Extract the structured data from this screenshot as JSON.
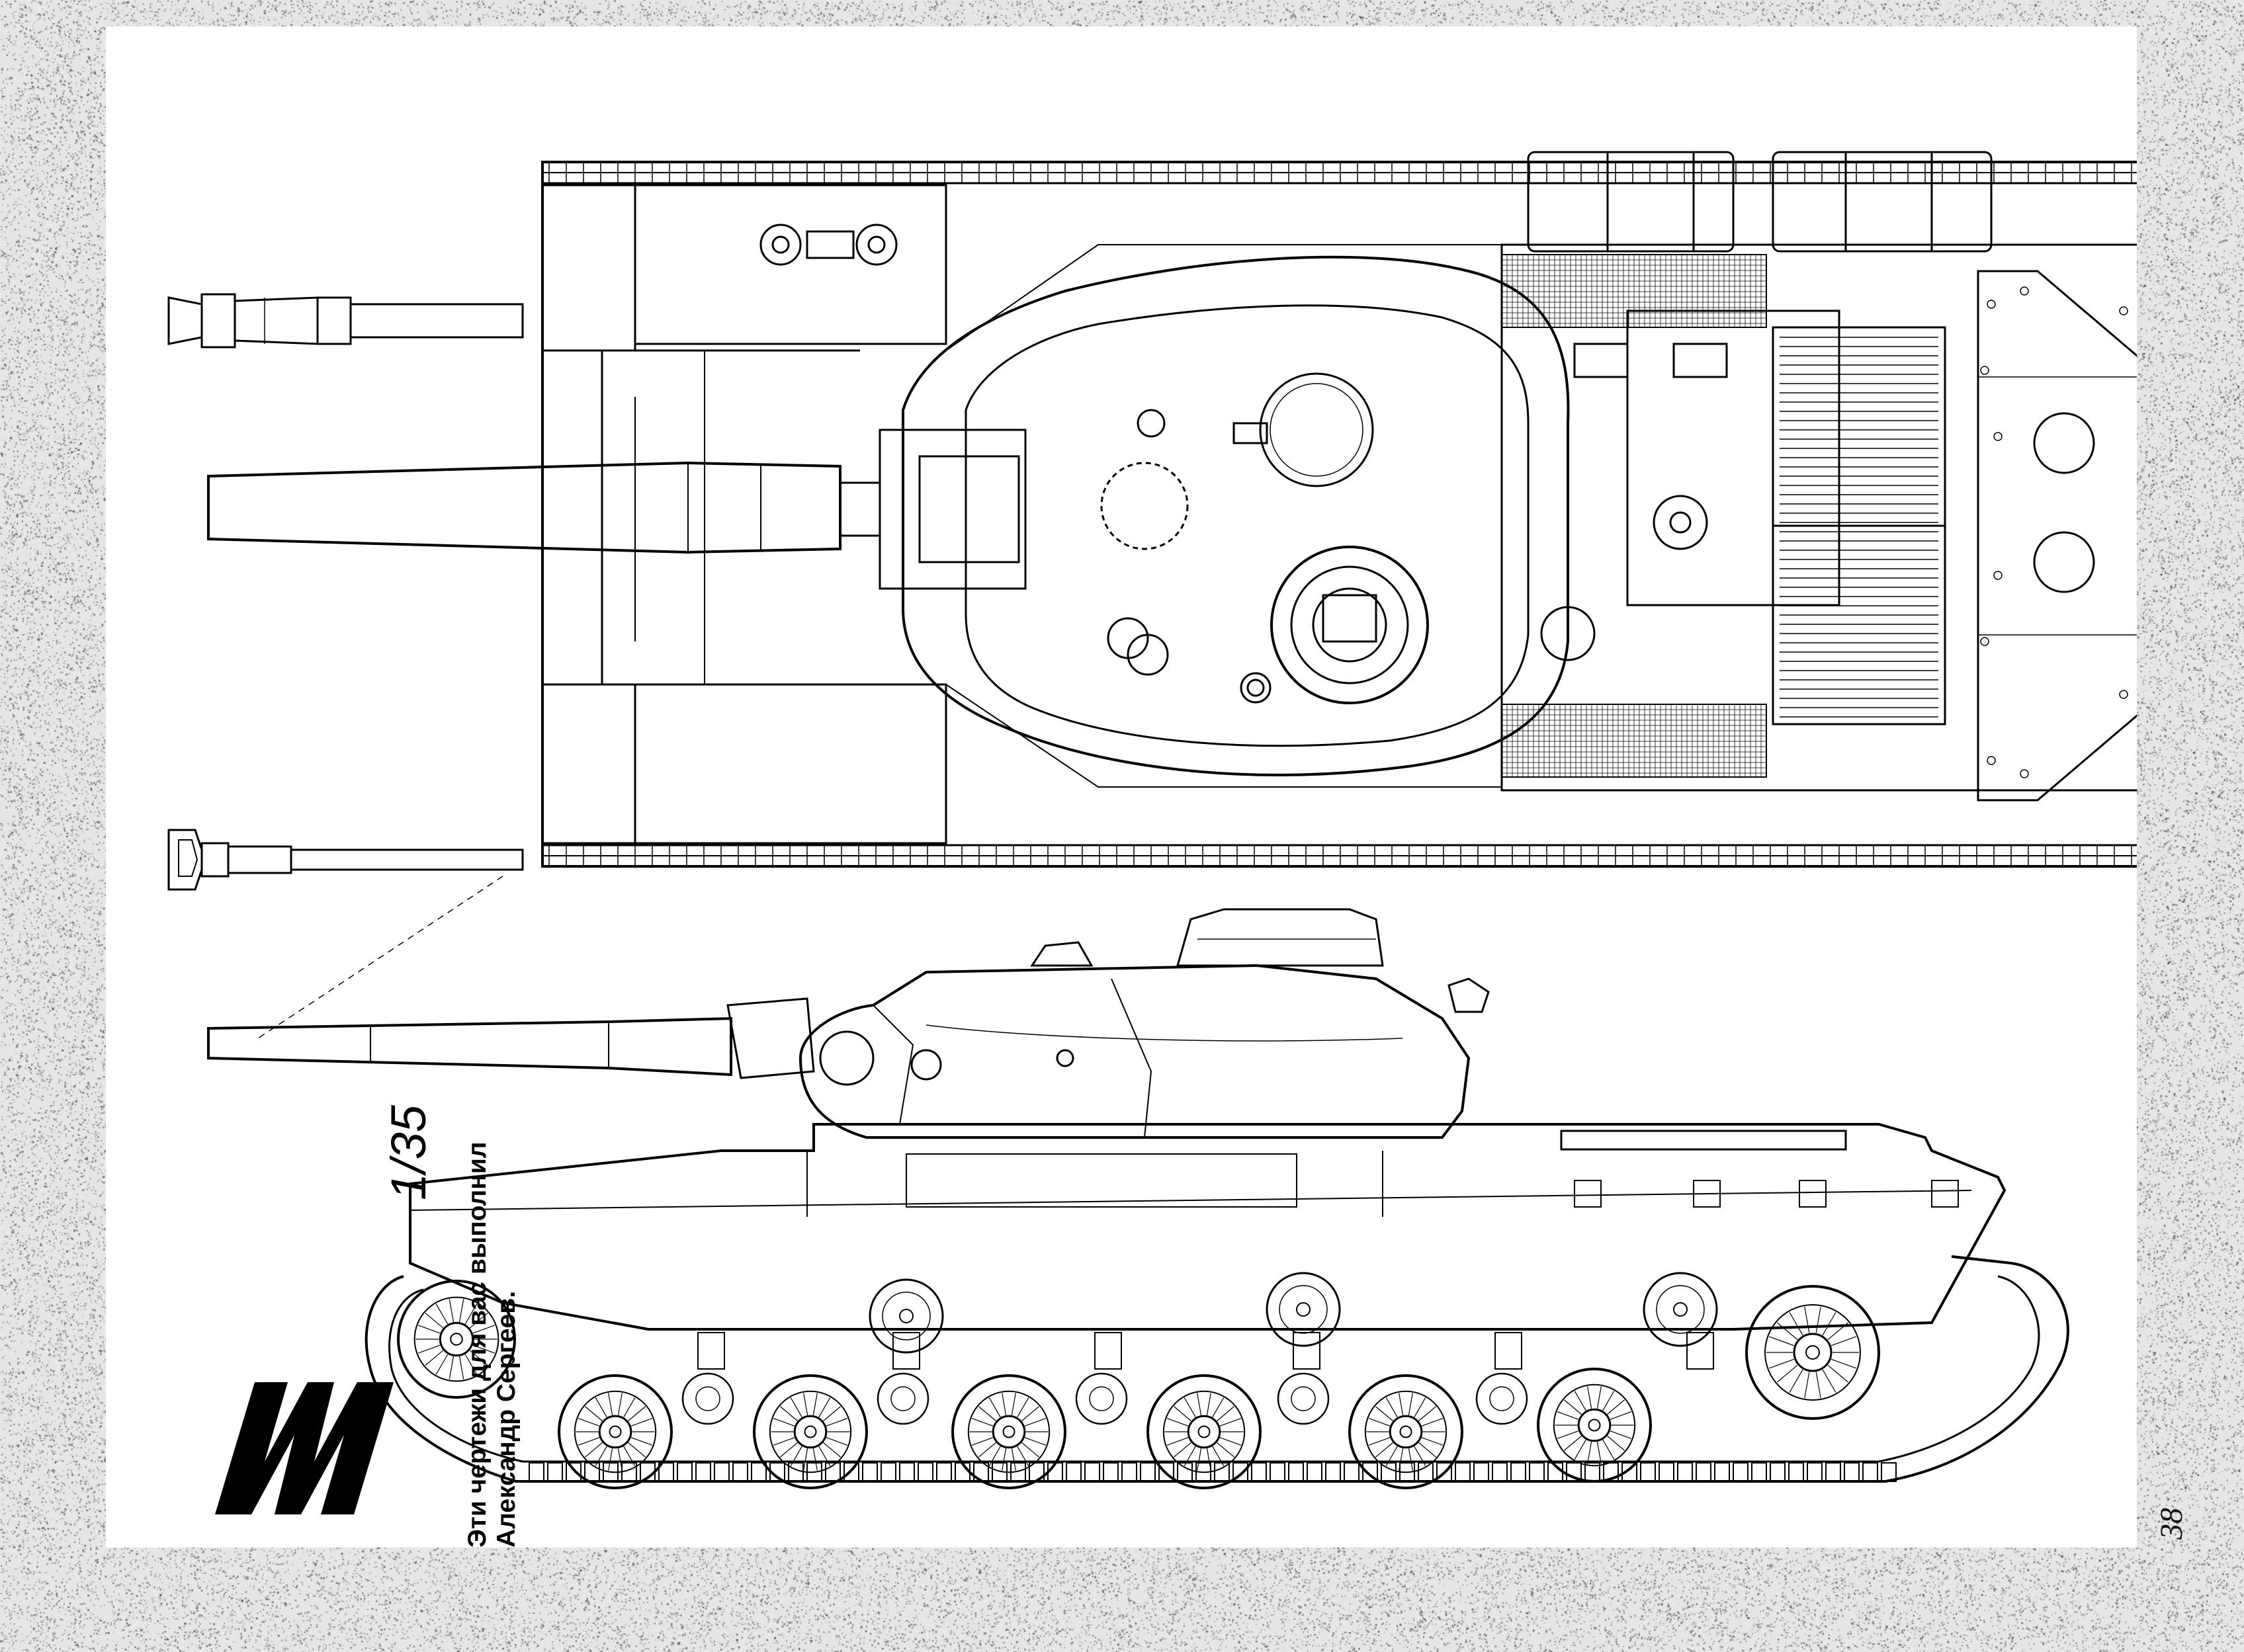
{
  "scale": {
    "label": "1/35"
  },
  "credit": {
    "line1": "Эти чертежи для вас выполнил",
    "line2": "Александр Сергеев."
  },
  "page": {
    "number": "38"
  },
  "logo": {
    "letter": "M",
    "icon": "magazine-m-logo"
  },
  "colors": {
    "ink": "#000000",
    "paper": "#ffffff",
    "background": "#e6e6e6"
  }
}
